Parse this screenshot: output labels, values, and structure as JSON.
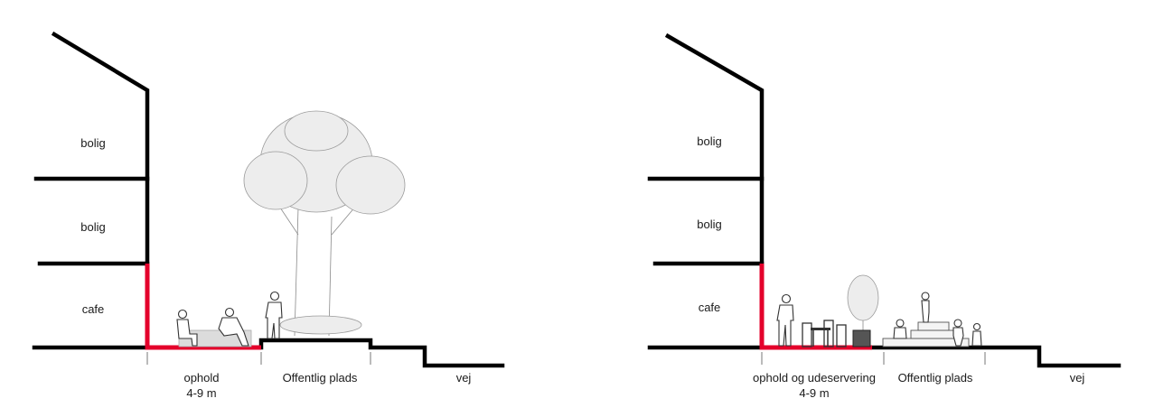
{
  "sections": [
    {
      "floors": [
        "bolig",
        "bolig",
        "cafe"
      ],
      "zones": [
        {
          "lines": [
            "ophold",
            "4-9 m"
          ]
        },
        {
          "lines": [
            "Offentlig plads"
          ]
        },
        {
          "lines": [
            "vej"
          ]
        }
      ]
    },
    {
      "floors": [
        "bolig",
        "bolig",
        "cafe"
      ],
      "zones": [
        {
          "lines": [
            "ophold og udeservering",
            "4-9 m"
          ]
        },
        {
          "lines": [
            "Offentlig plads"
          ]
        },
        {
          "lines": [
            "vej"
          ]
        }
      ]
    }
  ],
  "colors": {
    "building_line": "#000000",
    "highlight": "#e4002b",
    "background": "#ffffff"
  }
}
